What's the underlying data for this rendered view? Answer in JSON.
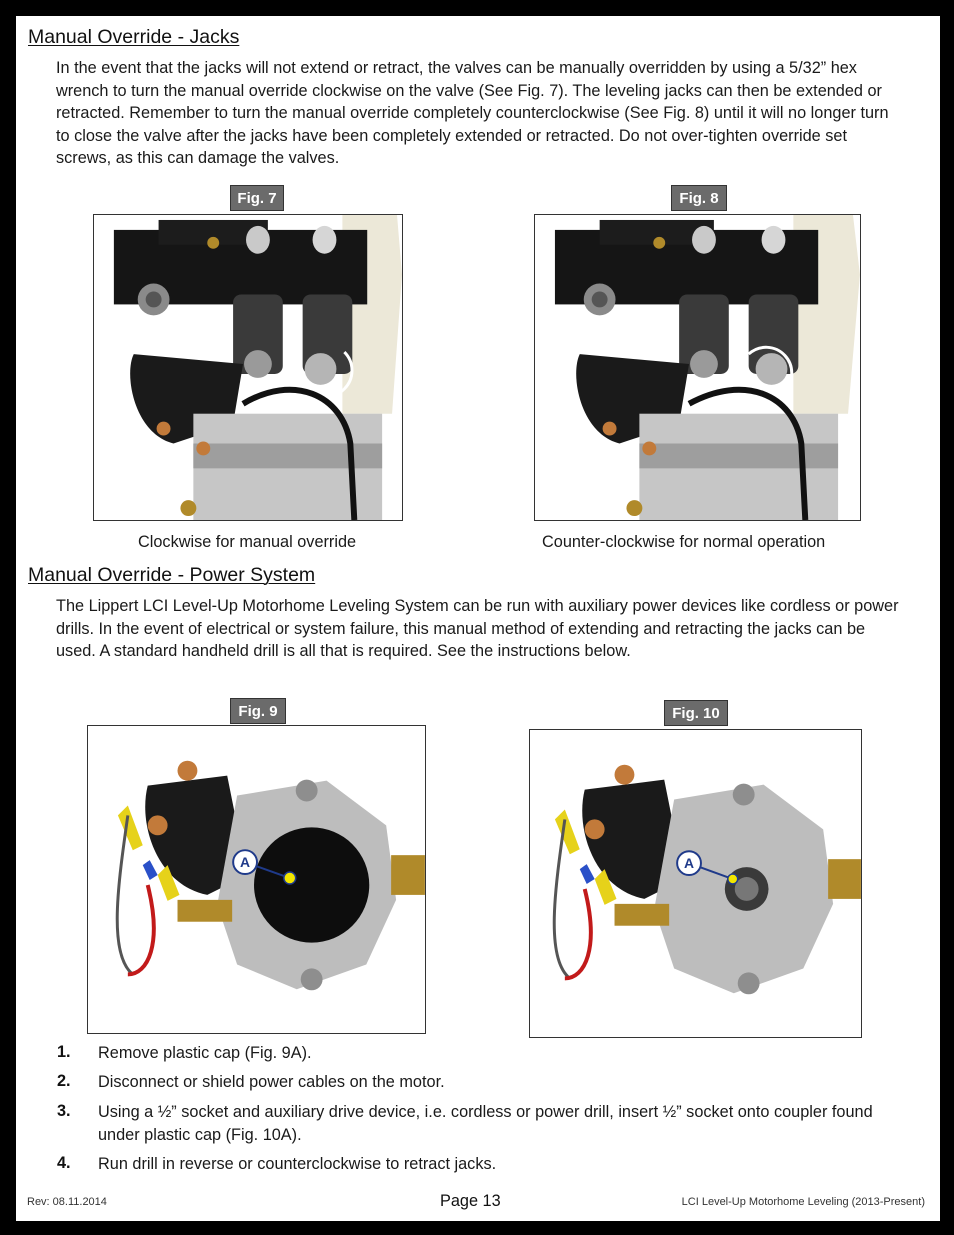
{
  "section1": {
    "heading": "Manual Override - Jacks",
    "paragraph": "In the event that the jacks will not extend or retract, the valves can be manually overridden by using a 5/32” hex wrench to turn the manual override clockwise on the valve (See Fig. 7). The leveling jacks can then be extended or retracted.  Remember to turn the manual override completely counterclockwise (See Fig. 8) until it will no longer turn to close the valve after the jacks have been completely extended or retracted.  Do not over-tighten override set screws, as this can damage the valves."
  },
  "figures": {
    "fig7": {
      "label": "Fig. 7",
      "caption": "Clockwise for manual override"
    },
    "fig8": {
      "label": "Fig. 8",
      "caption": "Counter-clockwise for normal operation"
    },
    "fig9": {
      "label": "Fig. 9",
      "callout": "A"
    },
    "fig10": {
      "label": "Fig. 10",
      "callout": "A"
    }
  },
  "section2": {
    "heading": "Manual Override - Power System",
    "paragraph": "The Lippert LCI Level-Up Motorhome Leveling System can be run with auxiliary power devices like cordless or power drills. In the event of electrical or system failure, this manual method of extending and retracting the jacks can be used.  A standard handheld drill is all that is required. See the instructions below."
  },
  "steps": [
    {
      "num": "1.",
      "text": "Remove plastic cap (Fig. 9A)."
    },
    {
      "num": "2.",
      "text": "Disconnect or shield power cables on the motor."
    },
    {
      "num": "3.",
      "text": "Using a ½” socket and auxiliary drive device, i.e. cordless or power drill, insert ½” socket onto coupler found under plastic cap (Fig. 10A)."
    },
    {
      "num": "4.",
      "text": "Run drill in reverse or counterclockwise to retract jacks."
    }
  ],
  "footer": {
    "rev": "Rev: 08.11.2014",
    "page": "Page 13",
    "doc": "LCI Level-Up Motorhome Leveling (2013-Present)"
  },
  "colors": {
    "fig_label_bg": "#6b6b6b",
    "callout_yellow": "#f2e600",
    "callout_blue": "#1f3a8a"
  }
}
